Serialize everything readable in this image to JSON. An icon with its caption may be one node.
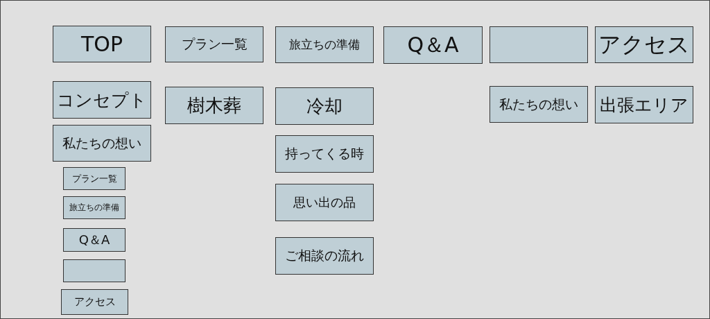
{
  "diagram": {
    "nodes": [
      {
        "text": [
          "TOP"
        ]
      },
      {
        "text": [
          "コンセプト"
        ]
      },
      {
        "text": [
          "私たちの想い"
        ]
      },
      {
        "text": [
          "プラン一覧"
        ]
      },
      {
        "text": [
          "旅立ちの準備"
        ]
      },
      {
        "text": [
          "Q＆A"
        ]
      },
      {
        "text": [],
        "shape": "box"
      },
      {
        "text": [
          "アクセス"
        ]
      },
      {
        "text": [
          "プラン一覧"
        ]
      },
      {
        "text": [
          "樹木葬"
        ]
      },
      {
        "text": [
          "旅立ちの準備"
        ]
      },
      {
        "text": [
          "冷却"
        ]
      },
      {
        "text": [
          "持ってくる時"
        ]
      },
      {
        "text": [
          "思い出の品"
        ]
      },
      {
        "text": [
          "ご相談の流れ"
        ]
      },
      {
        "text": [
          "Q＆A"
        ]
      },
      {
        "text": [],
        "shape": "box"
      },
      {
        "text": [
          "私たちの想い"
        ]
      },
      {
        "text": [
          "アクセス"
        ]
      },
      {
        "text": [
          "出張エリア"
        ]
      }
    ]
  }
}
